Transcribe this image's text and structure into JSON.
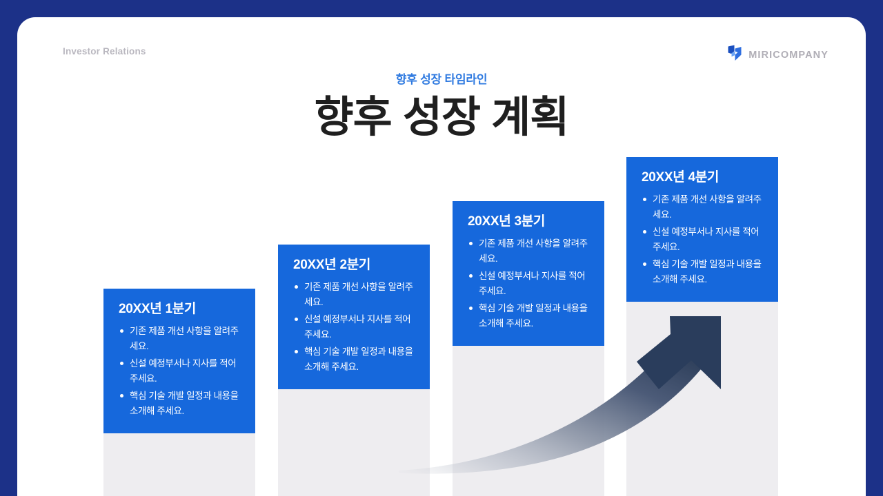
{
  "slide": {
    "eyebrow": "Investor Relations",
    "subtitle": "향후 성장 타임라인",
    "title": "향후 성장 계획",
    "background_color": "#1c3188",
    "panel_color": "#ffffff"
  },
  "logo": {
    "name": "miricompany-logo",
    "text": "MIRICOMPANY",
    "mark_color_dark": "#1a4fbf",
    "mark_color_light": "#4a8df0"
  },
  "colors": {
    "accent_blue": "#1668dc",
    "subtitle_blue": "#2f7ae0",
    "column_gray": "#eeedf0",
    "navy": "#1c3188",
    "arrow_dark": "#2a3d5c"
  },
  "chart_data": {
    "type": "bar",
    "title": "향후 성장 계획",
    "subtitle": "향후 성장 타임라인",
    "xlabel": "",
    "ylabel": "",
    "grid": false,
    "legend": "none",
    "categories": [
      "20XX년 1분기",
      "20XX년 2분기",
      "20XX년 3분기",
      "20XX년 4분기"
    ],
    "values": [
      1,
      2,
      3,
      4
    ],
    "annotation": "상승 화살표 (성장 추세)"
  },
  "timeline": {
    "cards": [
      {
        "id": "q1",
        "heading": "20XX년 1분기",
        "bullets": [
          "기존 제품 개선 사항을 알려주세요.",
          "신설 예정부서나 지사를 적어주세요.",
          "핵심 기술 개발 일정과 내용을 소개해 주세요."
        ]
      },
      {
        "id": "q2",
        "heading": "20XX년 2분기",
        "bullets": [
          "기존 제품 개선 사항을 알려주세요.",
          "신설 예정부서나 지사를 적어주세요.",
          "핵심 기술 개발 일정과 내용을 소개해 주세요."
        ]
      },
      {
        "id": "q3",
        "heading": "20XX년 3분기",
        "bullets": [
          "기존 제품 개선 사항을 알려주세요.",
          "신설 예정부서나 지사를 적어주세요.",
          "핵심 기술 개발 일정과 내용을 소개해 주세요."
        ]
      },
      {
        "id": "q4",
        "heading": "20XX년 4분기",
        "bullets": [
          "기존 제품 개선 사항을 알려주세요.",
          "신설 예정부서나 지사를 적어주세요.",
          "핵심 기술 개발 일정과 내용을 소개해 주세요."
        ]
      }
    ]
  }
}
